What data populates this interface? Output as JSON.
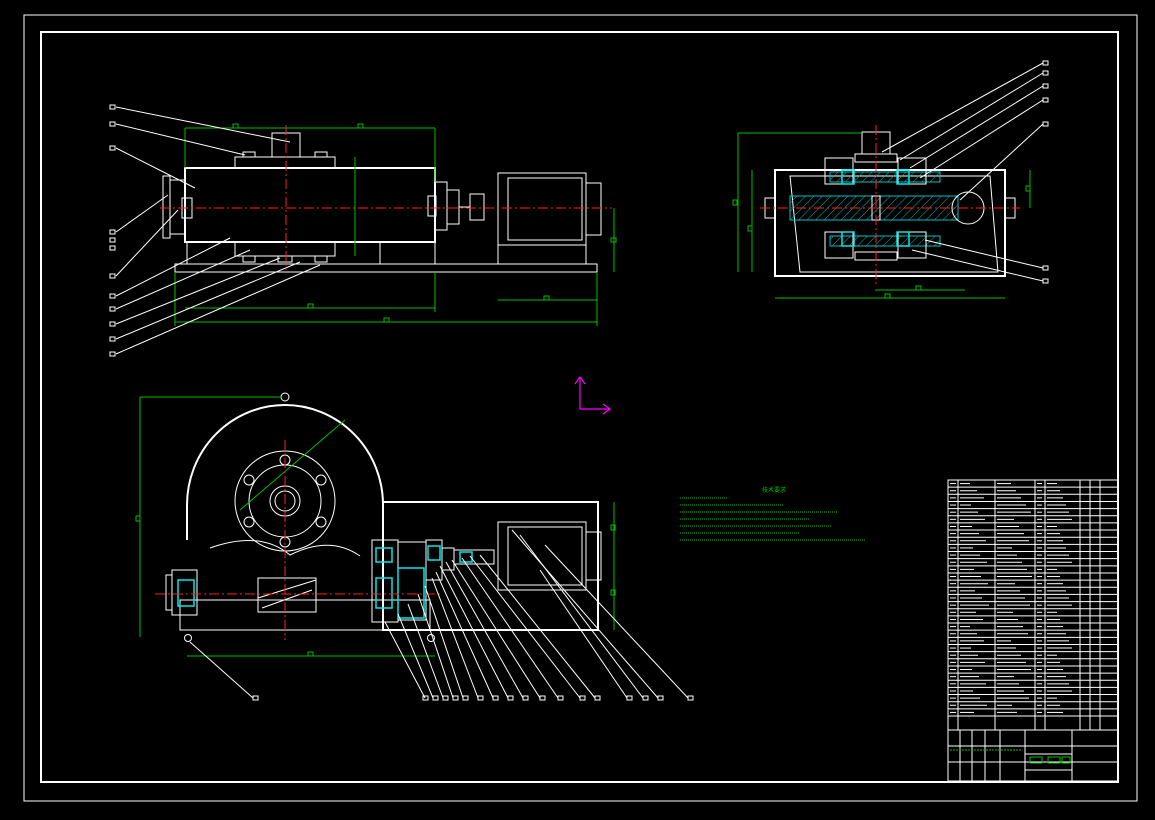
{
  "drawing": {
    "notes_title": "技术要求",
    "colors": {
      "background": "#000000",
      "outline": "#ffffff",
      "dimension": "#00c000",
      "section": "#00e5e5",
      "centerline": "#ff2020",
      "ucs": "#ff00ff"
    },
    "views": [
      "front-view",
      "side-section-view",
      "plan-view"
    ]
  }
}
